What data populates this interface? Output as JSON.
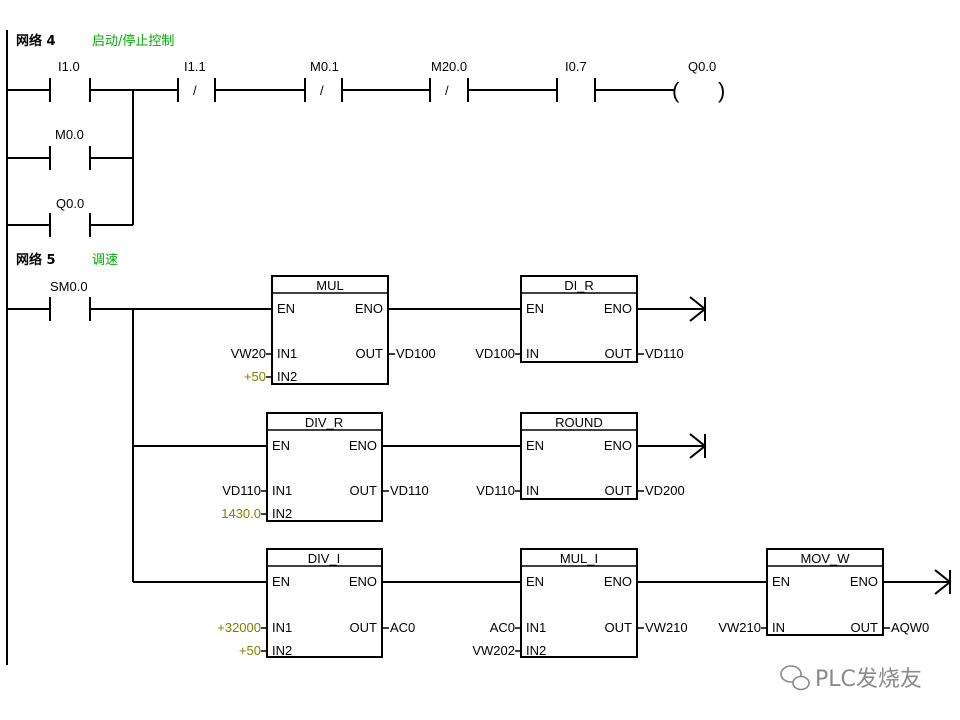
{
  "network4": {
    "label": "网络 4",
    "comment": "启动/停止控制",
    "contacts": {
      "i10": "I1.0",
      "i11": "I1.1",
      "m01": "M0.1",
      "m200": "M20.0",
      "i07": "I0.7",
      "m00": "M0.0",
      "q00p": "Q0.0"
    },
    "nc_mark": "/",
    "coil": "Q0.0",
    "coil_left": "(",
    "coil_right": ")"
  },
  "network5": {
    "label": "网络 5",
    "comment": "调速",
    "contact": "SM0.0",
    "blocks": {
      "mul": {
        "title": "MUL",
        "en": "EN",
        "eno": "ENO",
        "in1": "IN1",
        "in2": "IN2",
        "out": "OUT",
        "in1_op": "VW20",
        "in2_op": "+50",
        "out_op": "VD100"
      },
      "dir": {
        "title": "DI_R",
        "en": "EN",
        "eno": "ENO",
        "in": "IN",
        "out": "OUT",
        "in_op": "VD100",
        "out_op": "VD110"
      },
      "divr": {
        "title": "DIV_R",
        "en": "EN",
        "eno": "ENO",
        "in1": "IN1",
        "in2": "IN2",
        "out": "OUT",
        "in1_op": "VD110",
        "in2_op": "1430.0",
        "out_op": "VD110"
      },
      "round": {
        "title": "ROUND",
        "en": "EN",
        "eno": "ENO",
        "in": "IN",
        "out": "OUT",
        "in_op": "VD110",
        "out_op": "VD200"
      },
      "divi": {
        "title": "DIV_I",
        "en": "EN",
        "eno": "ENO",
        "in1": "IN1",
        "in2": "IN2",
        "out": "OUT",
        "in1_op": "+32000",
        "in2_op": "+50",
        "out_op": "AC0"
      },
      "muli": {
        "title": "MUL_I",
        "en": "EN",
        "eno": "ENO",
        "in1": "IN1",
        "in2": "IN2",
        "out": "OUT",
        "in1_op": "AC0",
        "in2_op": "VW202",
        "out_op": "VW210"
      },
      "movw": {
        "title": "MOV_W",
        "en": "EN",
        "eno": "ENO",
        "in": "IN",
        "out": "OUT",
        "in_op": "VW210",
        "out_op": "AQW0"
      }
    }
  },
  "watermark": {
    "text": "PLC发烧友",
    "icon": "wechat-icon"
  },
  "colors": {
    "comment": "#00aa00",
    "constant": "#808000",
    "line": "#000000",
    "watermark": "#8a8a8a"
  }
}
